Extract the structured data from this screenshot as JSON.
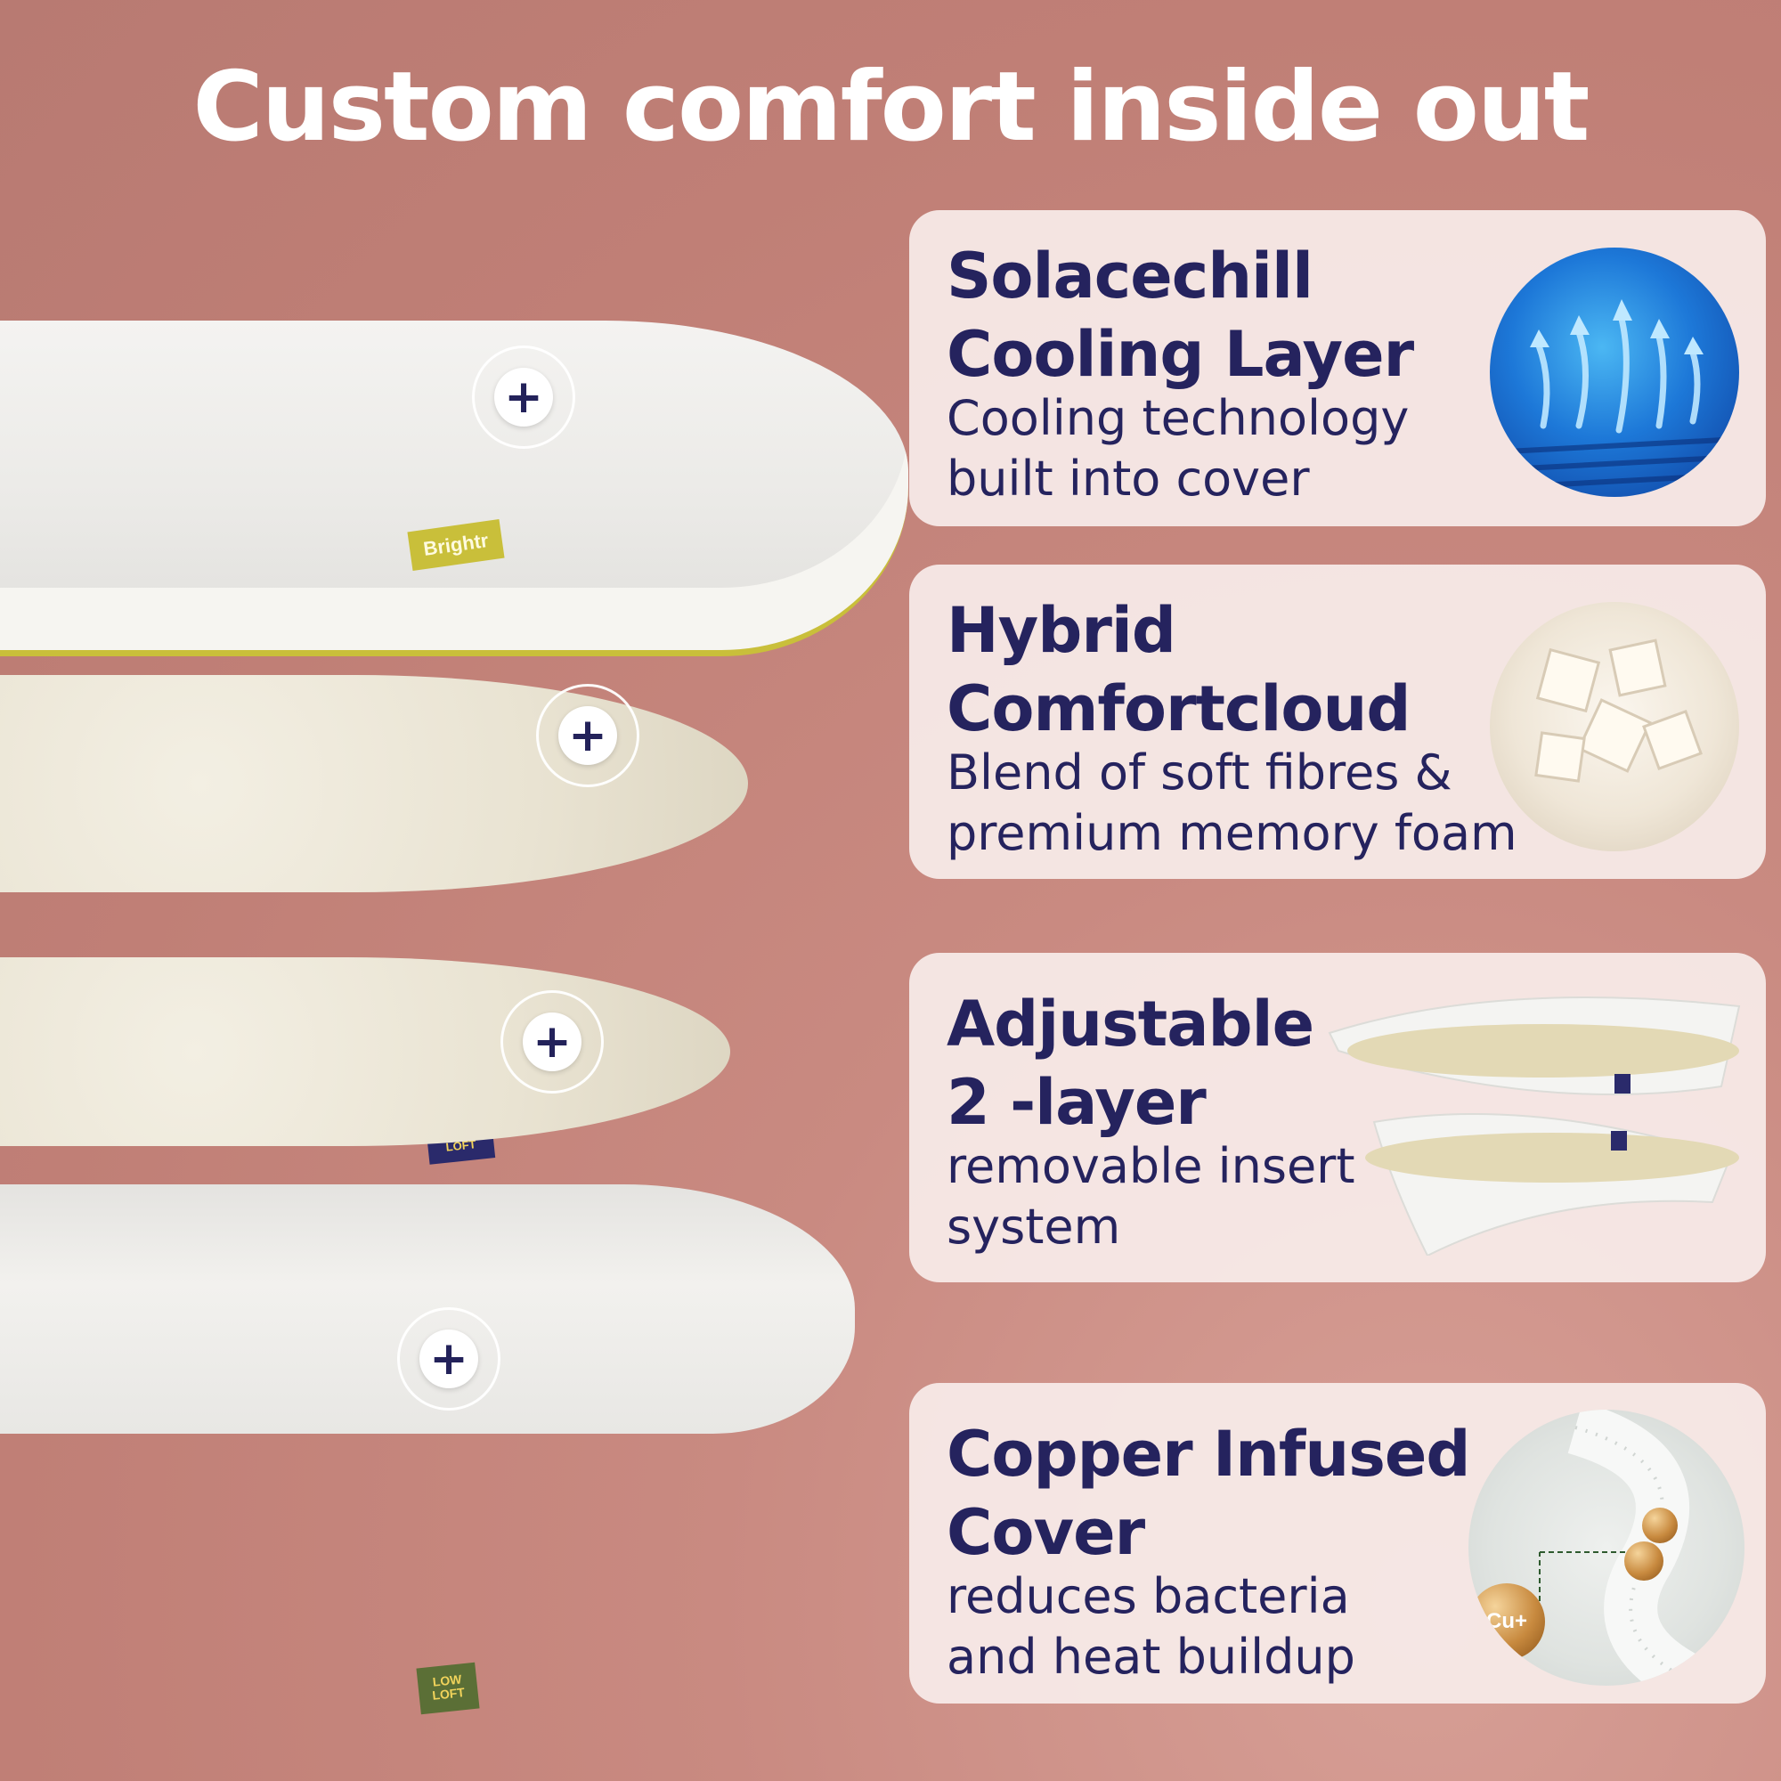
{
  "headline": "Custom comfort inside out",
  "pillows": {
    "brand_tag": "Brightr",
    "medium_tag": "MEDIUM LOFT",
    "low_tag": "LOW LOFT",
    "plus_symbol": "+"
  },
  "features": [
    {
      "title_line1": "Solacechill",
      "title_line2": "Cooling Layer",
      "desc_line1": "Cooling technology",
      "desc_line2": "built into cover",
      "icon": "cooling-waves-icon"
    },
    {
      "title_line1": "Hybrid",
      "title_line2": "Comfortcloud",
      "desc_line1": "Blend of soft fibres &",
      "desc_line2": "premium memory foam",
      "icon": "memory-foam-cubes-icon"
    },
    {
      "title_line1": "Adjustable",
      "title_line2": "2 -layer",
      "desc_line1": "removable insert",
      "desc_line2": "system",
      "icon": "insert-layers-icon"
    },
    {
      "title_line1": "Copper Infused",
      "title_line2": "Cover",
      "desc_line1": "reduces bacteria",
      "desc_line2": "and heat buildup",
      "icon": "copper-ion-icon",
      "ion_label": "Cu+"
    }
  ],
  "colors": {
    "background": "#c07f76",
    "headline": "#ffffff",
    "card_text": "#25235e",
    "card_bg": "#f8ecea",
    "piping": "#c9bf3a"
  }
}
